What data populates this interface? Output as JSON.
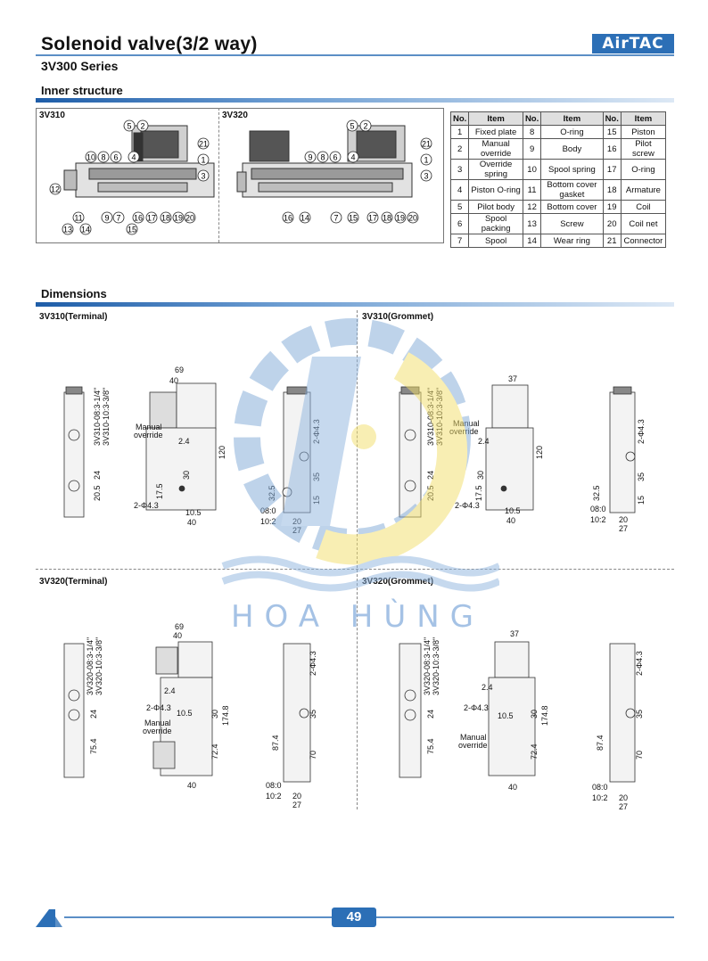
{
  "header": {
    "title": "Solenoid valve(3/2 way)",
    "series": "3V300 Series",
    "brand": "AirTAC"
  },
  "inner_structure": {
    "heading": "Inner structure",
    "left_label": "3V310",
    "right_label": "3V320",
    "left_callouts": [
      "5",
      "2",
      "21",
      "10",
      "8",
      "6",
      "4",
      "1",
      "3",
      "12",
      "11",
      "9",
      "7",
      "16",
      "17",
      "18",
      "19",
      "20",
      "13",
      "14",
      "15"
    ],
    "right_callouts": [
      "5",
      "2",
      "21",
      "9",
      "8",
      "6",
      "4",
      "1",
      "3",
      "16",
      "14",
      "7",
      "15",
      "17",
      "18",
      "19",
      "20"
    ]
  },
  "parts_table": {
    "headers": [
      "No.",
      "Item",
      "No.",
      "Item",
      "No.",
      "Item"
    ],
    "rows": [
      [
        "1",
        "Fixed plate",
        "8",
        "O-ring",
        "15",
        "Piston"
      ],
      [
        "2",
        "Manual override",
        "9",
        "Body",
        "16",
        "Pilot screw"
      ],
      [
        "3",
        "Override spring",
        "10",
        "Spool spring",
        "17",
        "O-ring"
      ],
      [
        "4",
        "Piston O-ring",
        "11",
        "Bottom cover gasket",
        "18",
        "Armature"
      ],
      [
        "5",
        "Pilot body",
        "12",
        "Bottom cover",
        "19",
        "Coil"
      ],
      [
        "6",
        "Spool packing",
        "13",
        "Screw",
        "20",
        "Coil net"
      ],
      [
        "7",
        "Spool",
        "14",
        "Wear ring",
        "21",
        "Connector"
      ]
    ]
  },
  "dimensions": {
    "heading": "Dimensions",
    "q1": {
      "label": "3V310(Terminal)",
      "port1": "3V310-08:3-1/4\"",
      "port2": "3V310-10:3-3/8\"",
      "d69": "69",
      "d40t": "40",
      "d120": "120",
      "d24a": "2.4",
      "d30": "30",
      "d175": "17.5",
      "d24": "24",
      "d205": "20.5",
      "d105": "10.5",
      "d40b": "40",
      "hole": "2-Φ4.3",
      "manual": "Manual",
      "override": "override",
      "d325": "32.5",
      "d35": "35",
      "d15": "15",
      "d20": "20",
      "d27": "27",
      "p08": "08:0",
      "p10": "10:2",
      "holeR": "2-Φ4.3"
    },
    "q2": {
      "label": "3V310(Grommet)",
      "port1": "3V310-08:3-1/4\"",
      "port2": "3V310-10:3-3/8\"",
      "d37": "37",
      "d120": "120",
      "d24a": "2.4",
      "d30": "30",
      "d175": "17.5",
      "d24": "24",
      "d205": "20.5",
      "d105": "10.5",
      "d40b": "40",
      "hole": "2-Φ4.3",
      "manual": "Manual",
      "override": "override",
      "d325": "32.5",
      "d35": "35",
      "d15": "15",
      "d20": "20",
      "d27": "27",
      "p08": "08:0",
      "p10": "10:2",
      "holeR": "2-Φ4.3"
    },
    "q3": {
      "label": "3V320(Terminal)",
      "port1": "3V320-08:3-1/4\"",
      "port2": "3V320-10:3-3/8\"",
      "d69": "69",
      "d40t": "40",
      "d24a": "2.4",
      "hole": "2-Φ4.3",
      "d105": "10.5",
      "d30": "30",
      "d1748": "174.8",
      "manual": "Manual",
      "override": "override",
      "d724": "72.4",
      "d40b": "40",
      "d24": "24",
      "d754": "75.4",
      "holeR": "2-Φ4.3",
      "d35": "35",
      "d874": "87.4",
      "d70": "70",
      "p08": "08:0",
      "p10": "10:2",
      "d20": "20",
      "d27": "27"
    },
    "q4": {
      "label": "3V320(Grommet)",
      "port1": "3V320-08:3-1/4\"",
      "port2": "3V320-10:3-3/8\"",
      "d37": "37",
      "d24a": "2.4",
      "hole": "2-Φ4.3",
      "d105": "10.5",
      "d30": "30",
      "d1748": "174.8",
      "manual": "Manual",
      "override": "override",
      "d724": "72.4",
      "d40b": "40",
      "d24": "24",
      "d754": "75.4",
      "holeR": "2-Φ4.3",
      "d35": "35",
      "d874": "87.4",
      "d70": "70",
      "p08": "08:0",
      "p10": "10:2",
      "d20": "20",
      "d27": "27"
    }
  },
  "watermark": {
    "text": "HOA HÙNG"
  },
  "footer": {
    "page": "49"
  }
}
